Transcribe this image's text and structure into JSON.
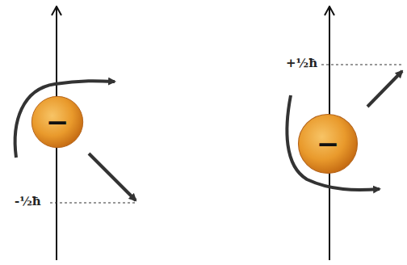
{
  "diagram": {
    "nodes": [
      {
        "text": [
          "−"
        ]
      },
      {
        "text": [
          "−"
        ]
      }
    ],
    "labels": [
      "-½ħ",
      "+½ħ"
    ]
  }
}
